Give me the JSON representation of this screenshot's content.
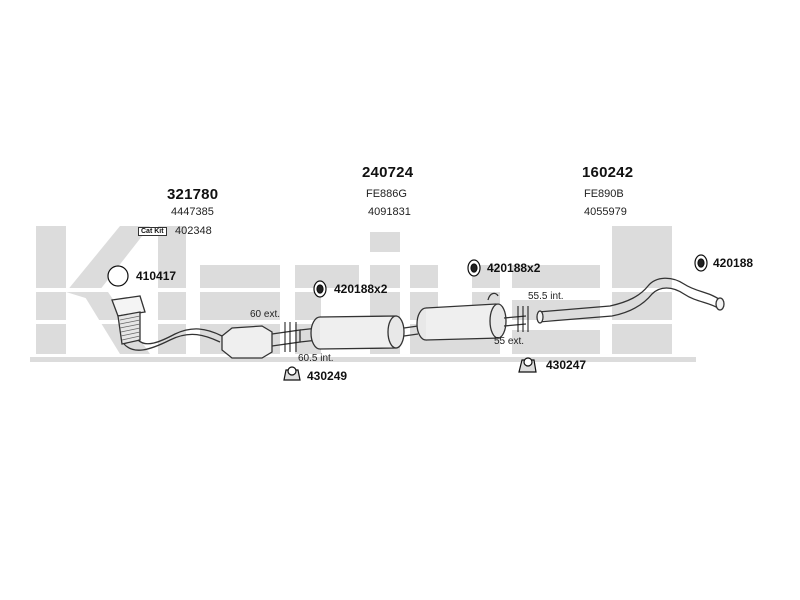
{
  "watermark": {
    "text": "Klarius",
    "color": "#dcdcdc"
  },
  "parts": {
    "front": {
      "number": "321780",
      "oe": "4447385",
      "catkit_label": "Cat Kit",
      "catkit_number": "402348"
    },
    "middle": {
      "number": "240724",
      "code": "FE886G",
      "oe": "4091831"
    },
    "rear": {
      "number": "160242",
      "code": "FE890B",
      "oe": "4055979"
    }
  },
  "fittings": {
    "gasket": "410417",
    "mount_mid": "420188x2",
    "mount_mid2": "420188x2",
    "mount_rear": "420188",
    "clamp_front": "430249",
    "clamp_rear": "430247"
  },
  "measurements": {
    "m1": "60 ext.",
    "m2": "60.5 int.",
    "m3": "55.5 int.",
    "m4": "55 ext."
  }
}
